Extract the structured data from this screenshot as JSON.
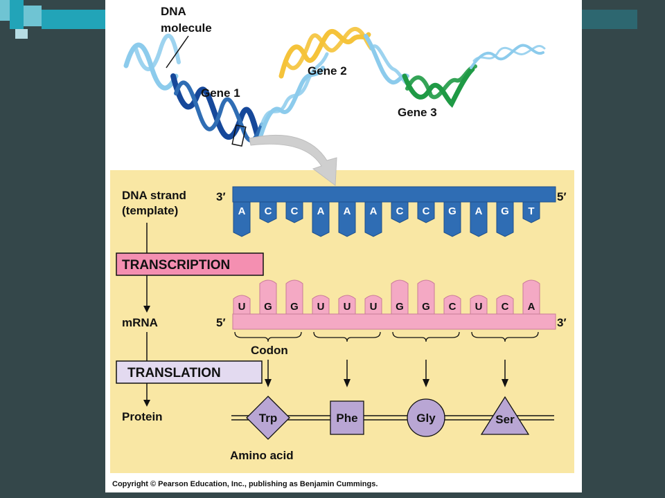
{
  "diagram": {
    "dna_molecule_label_line1": "DNA",
    "dna_molecule_label_line2": "molecule",
    "genes": [
      "Gene 1",
      "Gene 2",
      "Gene 3"
    ],
    "template_label_line1": "DNA strand",
    "template_label_line2": "(template)",
    "template_left_end": "3′",
    "template_right_end": "5′",
    "template_bases": [
      "A",
      "C",
      "C",
      "A",
      "A",
      "A",
      "C",
      "C",
      "G",
      "A",
      "G",
      "T"
    ],
    "transcription_label": "TRANSCRIPTION",
    "mrna_label": "mRNA",
    "mrna_left_end": "5′",
    "mrna_right_end": "3′",
    "mrna_bases": [
      "U",
      "G",
      "G",
      "U",
      "U",
      "U",
      "G",
      "G",
      "C",
      "U",
      "C",
      "A"
    ],
    "codon_label": "Codon",
    "translation_label": "TRANSLATION",
    "protein_label": "Protein",
    "amino_acids": [
      {
        "name": "Trp",
        "shape": "diamond"
      },
      {
        "name": "Phe",
        "shape": "square"
      },
      {
        "name": "Gly",
        "shape": "circle"
      },
      {
        "name": "Ser",
        "shape": "triangle"
      }
    ],
    "amino_acid_label": "Amino acid",
    "copyright": "Copyright © Pearson Education, Inc., publishing as Benjamin Cummings."
  },
  "colors": {
    "background": "#34474a",
    "panel": "#f9e7a4",
    "dna_blue": "#2f6db4",
    "dna_light_blue": "#8ccbec",
    "gene_dark_blue": "#16489a",
    "gene2_yellow": "#f5c33a",
    "gene3_green": "#1f9a45",
    "mrna_pink": "#f4a9c4",
    "transcription_box": "#f48fb1",
    "translation_box": "#e3daf0",
    "amino_acid_purple": "#b9a6d4"
  }
}
